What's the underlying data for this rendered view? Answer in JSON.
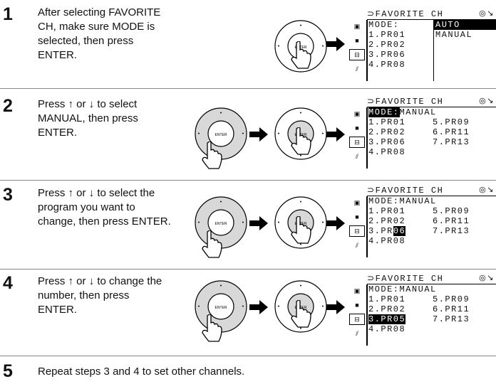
{
  "steps": [
    {
      "number": "1",
      "lines": [
        "After selecting FAVORITE",
        "CH, make sure MODE is",
        "selected, then press",
        "ENTER."
      ]
    },
    {
      "number": "2",
      "lines": [
        "Press ↑ or ↓ to select",
        "MANUAL, then press",
        "ENTER."
      ]
    },
    {
      "number": "3",
      "lines": [
        "Press ↑ or ↓ to select the",
        "program you want to",
        "change, then press ENTER."
      ]
    },
    {
      "number": "4",
      "lines": [
        "Press ↑ or ↓ to change the",
        "number, then press",
        "ENTER."
      ]
    },
    {
      "number": "5",
      "lines": [
        "Repeat steps 3 and 4 to set other channels."
      ]
    }
  ],
  "remote": {
    "enter_label": "ENTER"
  },
  "osd": {
    "title": "FAVORITE CH",
    "title_icon": "return-arrow-icon",
    "mode_label": "MODE:",
    "mode_value": "MANUAL",
    "menu_options": [
      "AUTO",
      "MANUAL"
    ],
    "left_col": [
      "1.PR01",
      "2.PR02",
      "3.PR06",
      "4.PR08"
    ],
    "right_col": [
      "5.PR09",
      "6.PR11",
      "7.PR13"
    ],
    "step3_row3_prefix": "3.PR",
    "step3_row3_highlight": "06",
    "step4_row3": "3.PR05"
  },
  "colors": {
    "text": "#111111",
    "highlight": "#000000",
    "button_fill": "#d8d8d8"
  }
}
